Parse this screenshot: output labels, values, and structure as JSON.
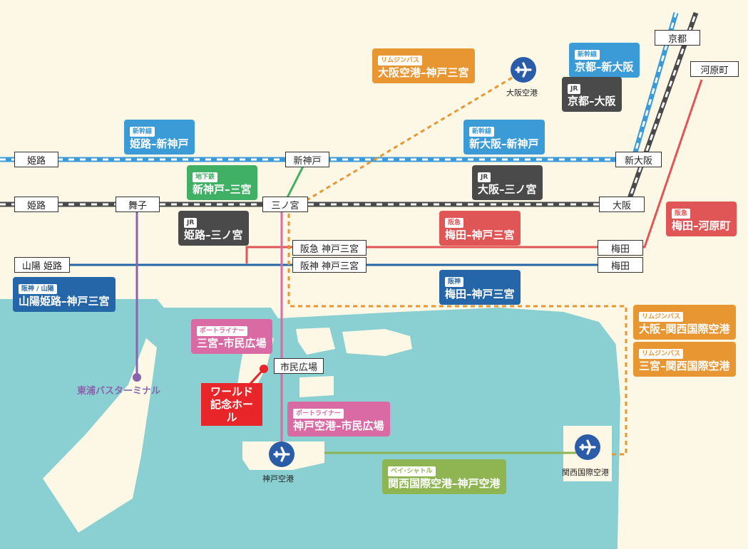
{
  "colors": {
    "background": "#fdf8e6",
    "sea": "#8acfd2",
    "land": "#fdf8e6",
    "shinkansen": "#3b9bd6",
    "jr": "#4a4a4a",
    "subway": "#3fb064",
    "hankyu": "#e05656",
    "hanshin": "#2466a8",
    "limousine": "#e89632",
    "portliner": "#d96aa4",
    "bayshuttle": "#8fb552",
    "venue": "#e8262a"
  },
  "stations": {
    "himeji_top": "姫路",
    "shinkobe": "新神戸",
    "shinosaka": "新大阪",
    "himeji_mid": "姫路",
    "maiko": "舞子",
    "sannomiya": "三ノ宮",
    "osaka": "大阪",
    "kyoto": "京都",
    "kawaramachi": "河原町",
    "hankyu_kobe_sannomiya": "阪急 神戸三宮",
    "umeda_hankyu": "梅田",
    "sanyo_himeji": "山陽 姫路",
    "hanshin_kobe_sannomiya": "阪神 神戸三宮",
    "umeda_hanshin": "梅田",
    "shimin_hiroba": "市民広場"
  },
  "airports": {
    "osaka": "大阪空港",
    "kobe": "神戸空港",
    "kansai": "関西国際空港"
  },
  "terminal": "東浦バスターミナル",
  "venue": {
    "line1": "ワールド",
    "line2": "記念ホール"
  },
  "routes": [
    {
      "key": "r1",
      "tag": "リムジンバス",
      "text": "大阪空港–神戸三宮",
      "color": "orange"
    },
    {
      "key": "r2",
      "tag": "新幹線",
      "text": "京都–新大阪",
      "color": "blue"
    },
    {
      "key": "r3",
      "tag": "JR",
      "text": "京都–大阪",
      "color": "dark"
    },
    {
      "key": "r4",
      "tag": "新幹線",
      "text": "姫路–新神戸",
      "color": "blue"
    },
    {
      "key": "r5",
      "tag": "新幹線",
      "text": "新大阪–新神戸",
      "color": "blue"
    },
    {
      "key": "r6",
      "tag": "地下鉄",
      "text": "新神戸–三宮",
      "color": "green"
    },
    {
      "key": "r7",
      "tag": "JR",
      "text": "大阪–三ノ宮",
      "color": "dark"
    },
    {
      "key": "r8",
      "tag": "JR",
      "text": "姫路–三ノ宮",
      "color": "dark"
    },
    {
      "key": "r9",
      "tag": "阪急",
      "text": "梅田–神戸三宮",
      "color": "red"
    },
    {
      "key": "r10",
      "tag": "阪急",
      "text": "梅田–河原町",
      "color": "red"
    },
    {
      "key": "r11",
      "tag": "阪神 / 山陽",
      "text": "山陽姫路–神戸三宮",
      "color": "navy"
    },
    {
      "key": "r12",
      "tag": "阪神",
      "text": "梅田–神戸三宮",
      "color": "navy"
    },
    {
      "key": "r13",
      "tag": "リムジンバス",
      "text": "大阪–関西国際空港",
      "color": "orange"
    },
    {
      "key": "r14",
      "tag": "リムジンバス",
      "text": "三宮–関西国際空港",
      "color": "orange"
    },
    {
      "key": "r15",
      "tag": "ポートライナー",
      "text": "三宮–市民広場",
      "color": "pink"
    },
    {
      "key": "r16",
      "tag": "ポートライナー",
      "text": "神戸空港–市民広場",
      "color": "pink"
    },
    {
      "key": "r17",
      "tag": "ベイ･シャトル",
      "text": "関西国際空港–神戸空港",
      "color": "olive"
    }
  ]
}
